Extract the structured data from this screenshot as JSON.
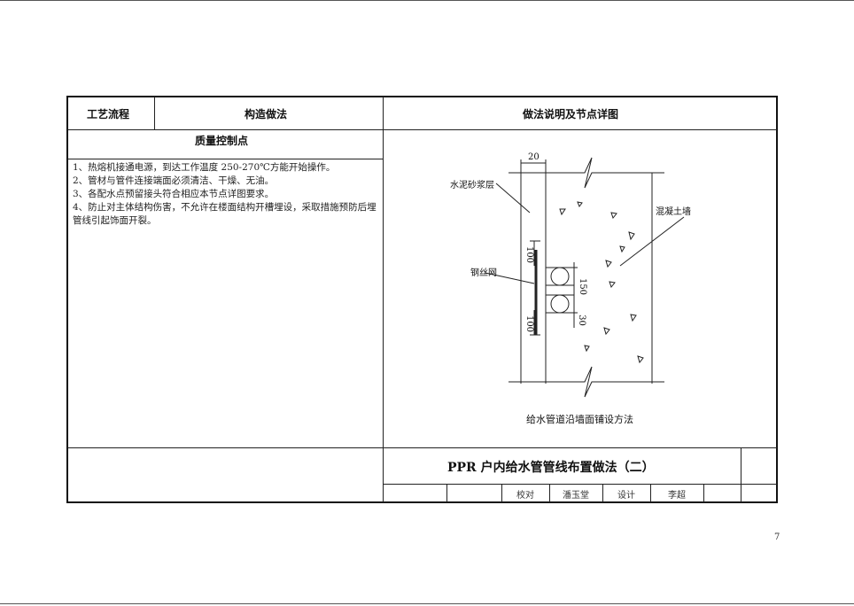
{
  "header": {
    "col1": "工艺流程",
    "col2": "构造做法",
    "col3": "做法说明及节点详图"
  },
  "quality": {
    "title": "质量控制点",
    "items": [
      "1、热熔机接通电源，到达工作温度 250-270℃方能开始操作。",
      "2、管材与管件连接端面必须清洁、干燥、无油。",
      "3、各配水点预留接头符合相应本节点详图要求。",
      "4、防止对主体结构伤害，不允许在楼面结构开槽埋设，采取措施预防后埋管线引起饰面开裂。"
    ]
  },
  "drawing": {
    "dim_top": "20",
    "label_mortar": "水泥砂浆层",
    "label_concrete": "混凝土墙",
    "label_mesh": "钢丝网",
    "dim_100_top": "100",
    "dim_150": "150",
    "dim_30": "30",
    "dim_100_bottom": "100",
    "caption": "给水管道沿墙面铺设方法"
  },
  "footer": {
    "title": "PPR 户内给水管管线布置做法（二）",
    "check_label": "校对",
    "check_name": "潘玉堂",
    "design_label": "设计",
    "design_name": "李超"
  },
  "page_number": "7"
}
